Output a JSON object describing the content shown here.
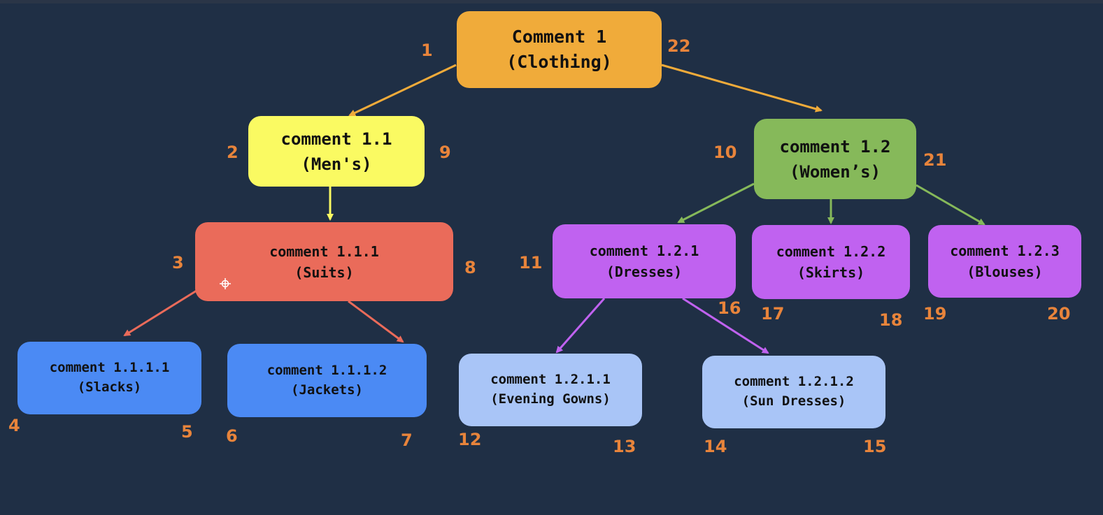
{
  "colors": {
    "background": "#1f2f45",
    "number": "#e8843b",
    "root": "#f0ab3a",
    "mens": "#fafa62",
    "womens": "#86b95a",
    "suits": "#ea6b5a",
    "womens_children": "#c062f0",
    "suits_children": "#4b8af4",
    "dresses_children": "#a9c5f7"
  },
  "nodes": {
    "n1": {
      "line1": "Comment 1",
      "line2": "(Clothing)",
      "left": "1",
      "right": "22"
    },
    "n11": {
      "line1": "comment 1.1",
      "line2": "(Men's)",
      "left": "2",
      "right": "9"
    },
    "n12": {
      "line1": "comment 1.2",
      "line2": "(Women’s)",
      "left": "10",
      "right": "21"
    },
    "n111": {
      "line1": "comment 1.1.1",
      "line2": "(Suits)",
      "left": "3",
      "right": "8"
    },
    "n121": {
      "line1": "comment 1.2.1",
      "line2": "(Dresses)",
      "left": "11",
      "right": "16"
    },
    "n122": {
      "line1": "comment 1.2.2",
      "line2": "(Skirts)",
      "left": "17",
      "right": "18"
    },
    "n123": {
      "line1": "comment 1.2.3",
      "line2": "(Blouses)",
      "left": "19",
      "right": "20"
    },
    "n1111": {
      "line1": "comment 1.1.1.1",
      "line2": "(Slacks)",
      "left": "4",
      "right": "5"
    },
    "n1112": {
      "line1": "comment 1.1.1.2",
      "line2": "(Jackets)",
      "left": "6",
      "right": "7"
    },
    "n1211": {
      "line1": "comment 1.2.1.1",
      "line2": "(Evening Gowns)",
      "left": "12",
      "right": "13"
    },
    "n1212": {
      "line1": "comment 1.2.1.2",
      "line2": "(Sun Dresses)",
      "left": "14",
      "right": "15"
    }
  }
}
